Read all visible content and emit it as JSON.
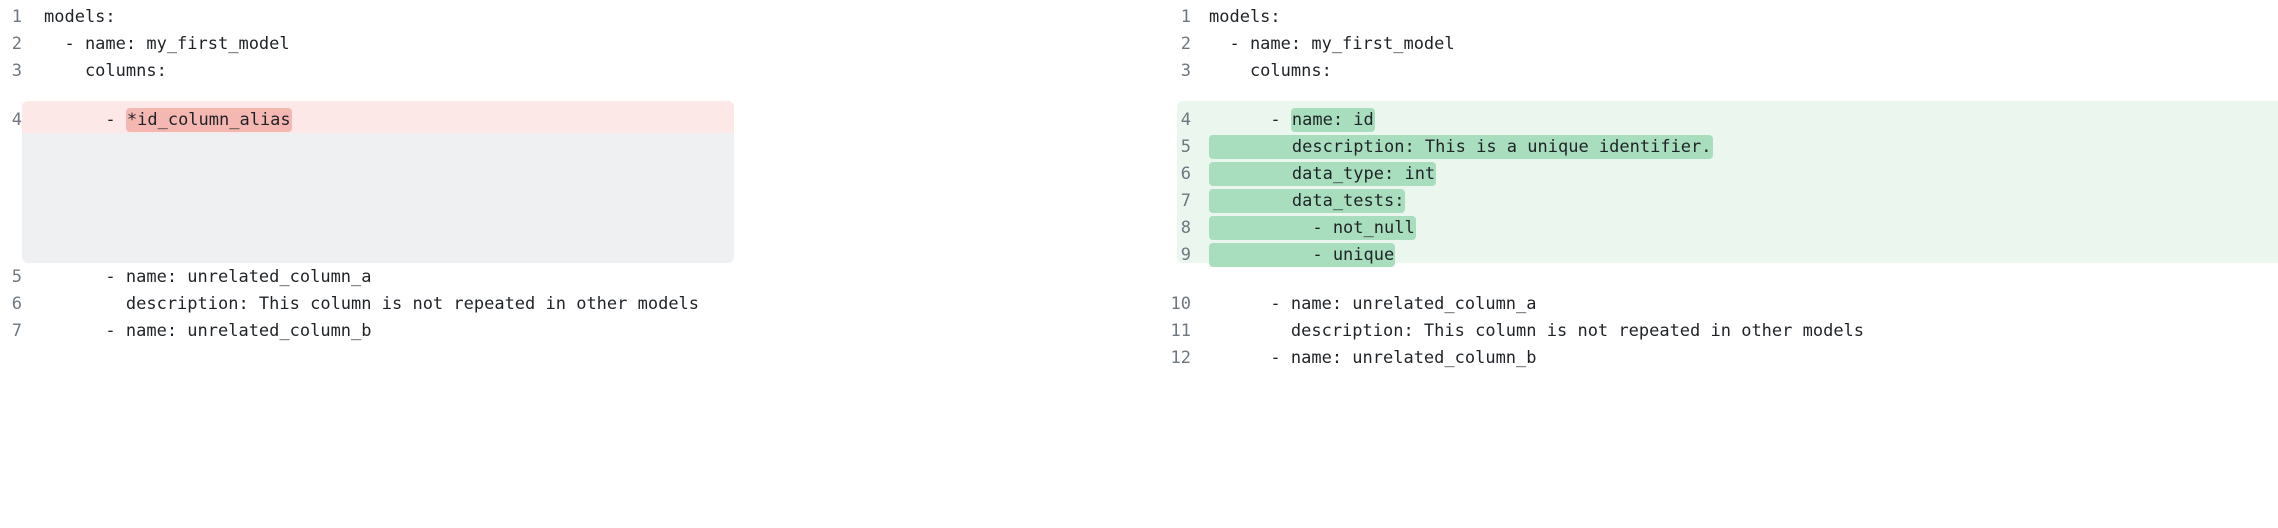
{
  "view": {
    "kind": "side-by-side-code-diff",
    "language": "yaml",
    "colors": {
      "removed_block_bg": "#fce8e6",
      "removed_word_bg": "#f5b7b1",
      "added_block_bg": "#eaf6ee",
      "added_word_bg": "#a8ddbd",
      "filler_bg": "#eff0f2",
      "gutter_text": "#6e7781",
      "code_text": "#1f2328",
      "page_bg": "#ffffff"
    }
  },
  "left_pane": {
    "name": "before",
    "rows": [
      {
        "num": "1",
        "type": "context",
        "text": "models:"
      },
      {
        "num": "2",
        "type": "context",
        "text": "  - name: my_first_model"
      },
      {
        "num": "3",
        "type": "context",
        "text": "    columns:"
      },
      {
        "num": "",
        "type": "gap",
        "text": ""
      },
      {
        "num": "4",
        "type": "removed",
        "prefix": "      - ",
        "highlight": "*id_column_alias",
        "suffix": ""
      },
      {
        "num": "",
        "type": "filler",
        "text": ""
      },
      {
        "num": "",
        "type": "filler",
        "text": ""
      },
      {
        "num": "",
        "type": "filler",
        "text": ""
      },
      {
        "num": "",
        "type": "filler",
        "text": ""
      },
      {
        "num": "",
        "type": "gap",
        "text": ""
      },
      {
        "num": "5",
        "type": "context",
        "text": "      - name: unrelated_column_a"
      },
      {
        "num": "6",
        "type": "context",
        "text": "        description: This column is not repeated in other models"
      },
      {
        "num": "7",
        "type": "context",
        "text": "      - name: unrelated_column_b"
      }
    ]
  },
  "right_pane": {
    "name": "after",
    "rows": [
      {
        "num": "1",
        "type": "context",
        "text": "models:"
      },
      {
        "num": "2",
        "type": "context",
        "text": "  - name: my_first_model"
      },
      {
        "num": "3",
        "type": "context",
        "text": "    columns:"
      },
      {
        "num": "",
        "type": "gap",
        "text": ""
      },
      {
        "num": "4",
        "type": "added",
        "prefix": "      - ",
        "highlight": "name: id",
        "suffix": ""
      },
      {
        "num": "5",
        "type": "added",
        "prefix": "",
        "highlight": "        description: This is a unique identifier.",
        "suffix": ""
      },
      {
        "num": "6",
        "type": "added",
        "prefix": "",
        "highlight": "        data_type: int",
        "suffix": ""
      },
      {
        "num": "7",
        "type": "added",
        "prefix": "",
        "highlight": "        data_tests:",
        "suffix": ""
      },
      {
        "num": "8",
        "type": "added",
        "prefix": "",
        "highlight": "          - not_null",
        "suffix": ""
      },
      {
        "num": "9",
        "type": "added",
        "prefix": "",
        "highlight": "          - unique",
        "suffix": ""
      },
      {
        "num": "",
        "type": "gap",
        "text": ""
      },
      {
        "num": "10",
        "type": "context",
        "text": "      - name: unrelated_column_a"
      },
      {
        "num": "11",
        "type": "context",
        "text": "        description: This column is not repeated in other models"
      },
      {
        "num": "12",
        "type": "context",
        "text": "      - name: unrelated_column_b"
      }
    ]
  }
}
